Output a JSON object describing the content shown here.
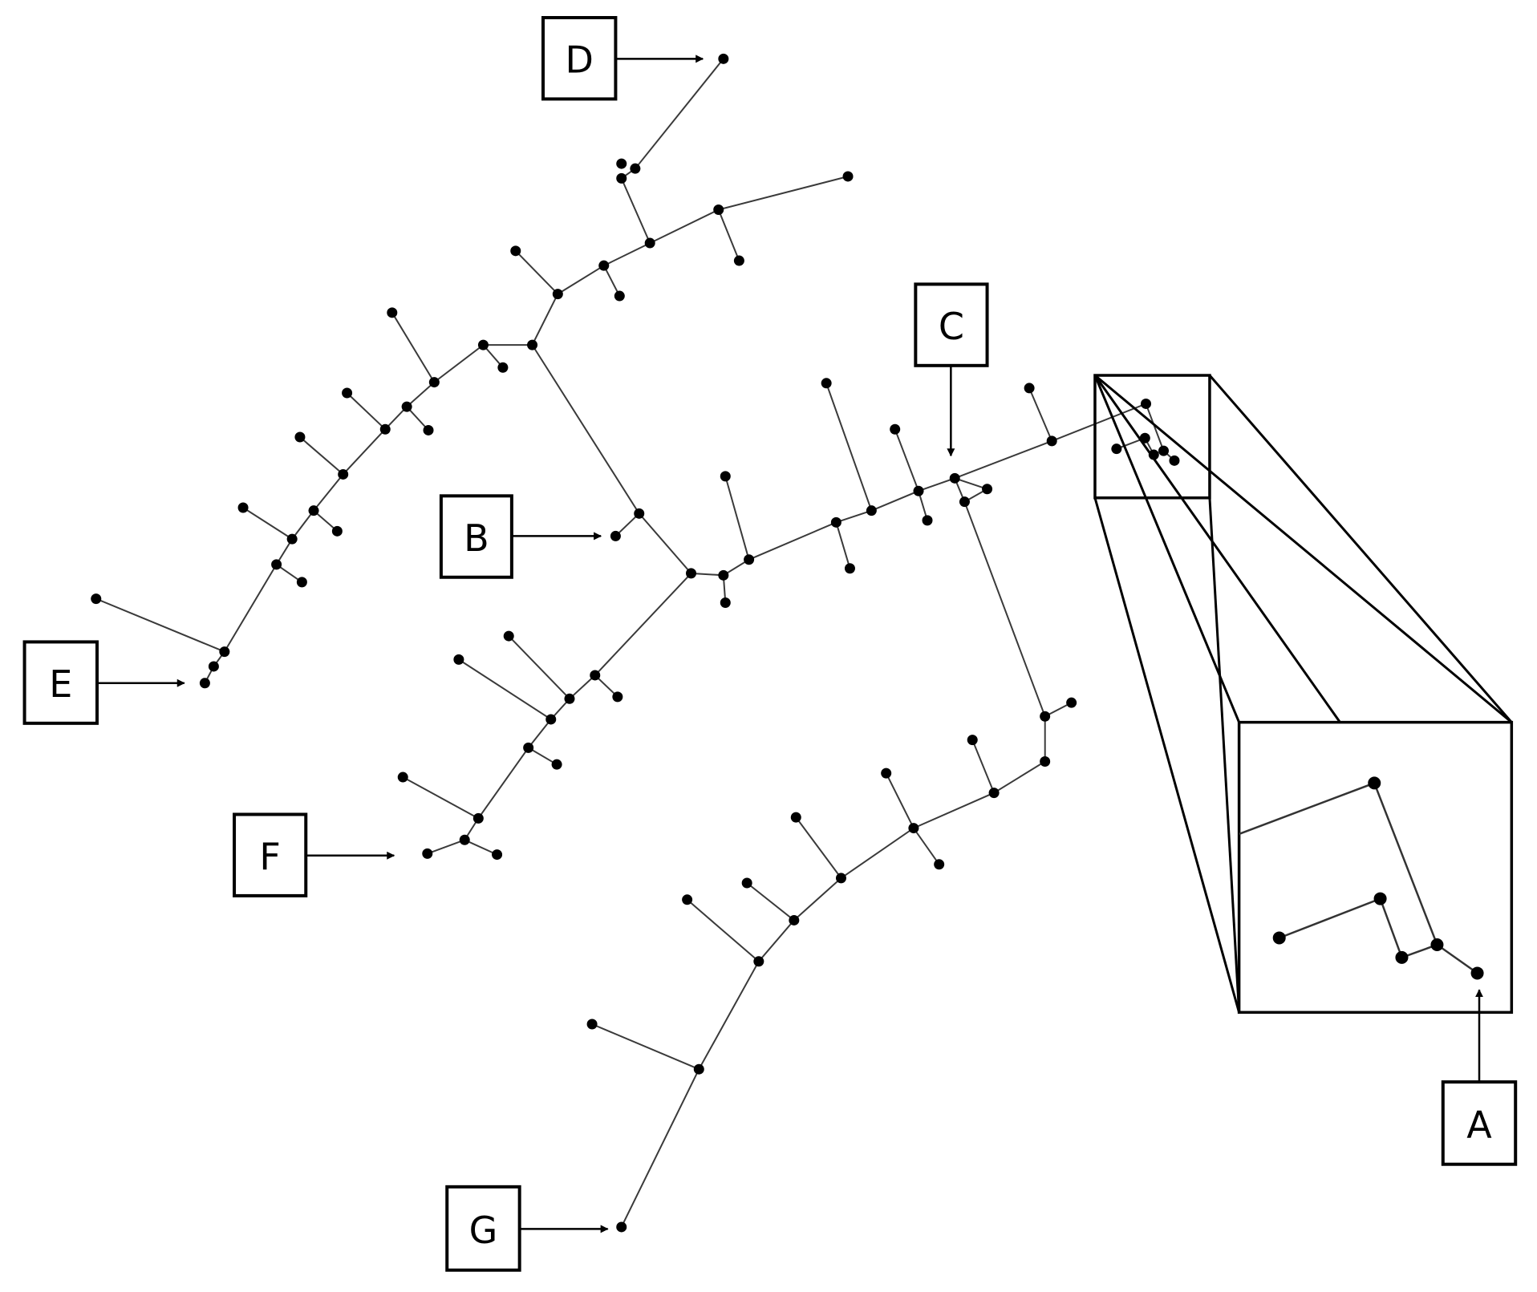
{
  "labels": {
    "A": "A",
    "B": "B",
    "C": "C",
    "D": "D",
    "E": "E",
    "F": "F",
    "G": "G"
  },
  "colors": {
    "edge": "#3a3a3a",
    "node": "#000000",
    "box_border": "#000000",
    "background": "#ffffff"
  }
}
